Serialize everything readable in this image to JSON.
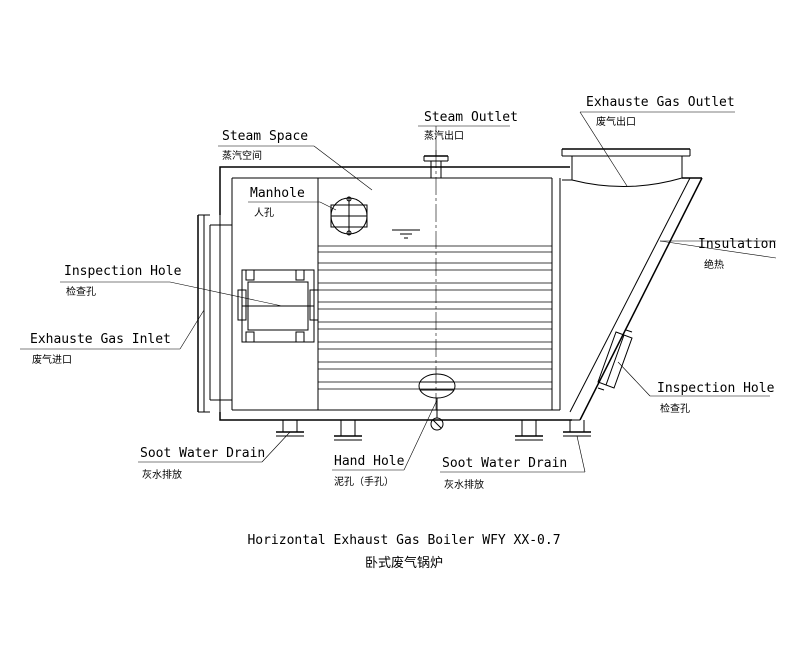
{
  "labels": {
    "steam_outlet": {
      "en": "Steam Outlet",
      "cn": "蒸汽出口"
    },
    "exhaust_gas_outlet": {
      "en": "Exhauste Gas Outlet",
      "cn": "废气出口"
    },
    "steam_space": {
      "en": "Steam Space",
      "cn": "蒸汽空间"
    },
    "manhole": {
      "en": "Manhole",
      "cn": "人孔"
    },
    "insulation": {
      "en": "Insulation",
      "cn": "绝热"
    },
    "inspection_hole_left": {
      "en": "Inspection Hole",
      "cn": "检查孔"
    },
    "exhaust_gas_inlet": {
      "en": "Exhauste Gas Inlet",
      "cn": "废气进口"
    },
    "inspection_hole_right": {
      "en": "Inspection Hole",
      "cn": "检查孔"
    },
    "soot_water_drain_left": {
      "en": "Soot Water Drain",
      "cn": "灰水排放"
    },
    "hand_hole": {
      "en": "Hand Hole",
      "cn": "泥孔（手孔）"
    },
    "soot_water_drain_right": {
      "en": "Soot Water Drain",
      "cn": "灰水排放"
    }
  },
  "title": {
    "en": "Horizontal Exhaust Gas Boiler WFY XX-0.7",
    "cn": "卧式废气锅炉"
  }
}
